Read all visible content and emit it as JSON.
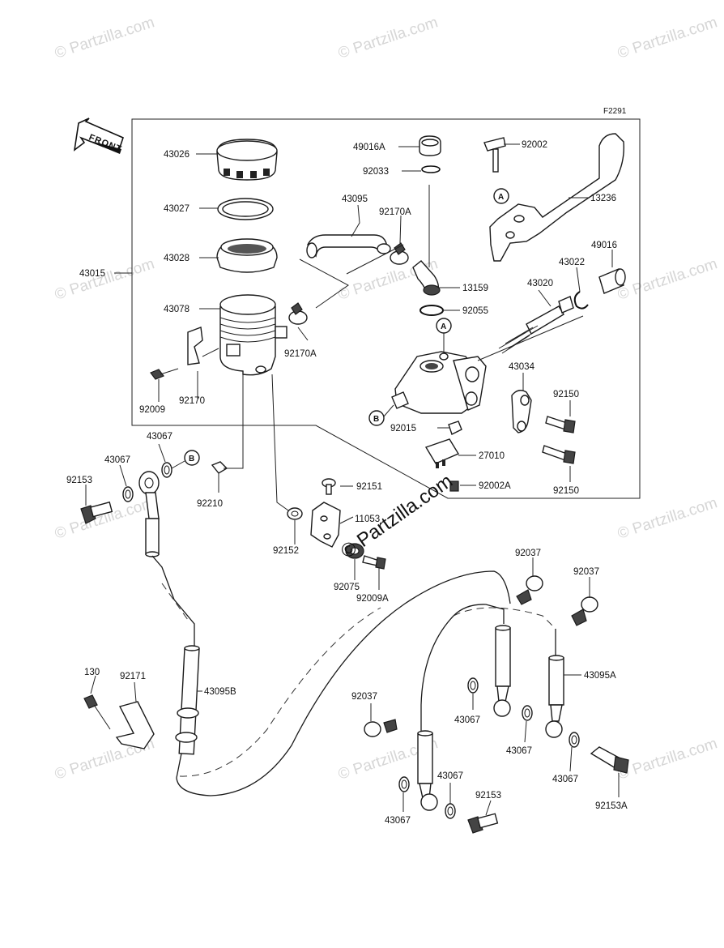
{
  "diagram_code": "F2291",
  "front_marker": "FRONT",
  "watermark": "© Partzilla.com",
  "center_watermark": "© Partzilla.com",
  "refs": {
    "a": "A",
    "b": "B"
  },
  "labels": {
    "p43026": "43026",
    "p43027": "43027",
    "p43028": "43028",
    "p43015": "43015",
    "p43078": "43078",
    "p92009": "92009",
    "p92170": "92170",
    "p43095": "43095",
    "p92170a_top": "92170A",
    "p92170a_bot": "92170A",
    "p49016a": "49016A",
    "p92033": "92033",
    "p13159": "13159",
    "p92055": "92055",
    "p92002": "92002",
    "p13236": "13236",
    "p49016": "49016",
    "p43022": "43022",
    "p43020": "43020",
    "p43034": "43034",
    "p92150_a": "92150",
    "p92150_b": "92150",
    "p92015": "92015",
    "p27010": "27010",
    "p92002a": "92002A",
    "p43067_a": "43067",
    "p43067_b": "43067",
    "p92153_a": "92153",
    "p92210": "92210",
    "p92151": "92151",
    "p11053": "11053",
    "p92152": "92152",
    "p92075": "92075",
    "p92009a": "92009A",
    "p92037_a": "92037",
    "p92037_b": "92037",
    "p92037_c": "92037",
    "p130": "130",
    "p92171": "92171",
    "p43095b": "43095B",
    "p43095a": "43095A",
    "p43067_c": "43067",
    "p43067_d": "43067",
    "p43067_e": "43067",
    "p43067_f": "43067",
    "p43067_g": "43067",
    "p92153_b": "92153",
    "p92153a": "92153A"
  }
}
